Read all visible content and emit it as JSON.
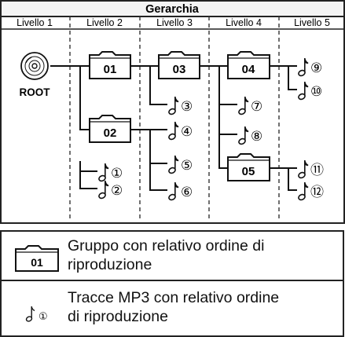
{
  "title": "Gerarchia",
  "levels": [
    "Livello 1",
    "Livello 2",
    "Livello 3",
    "Livello 4",
    "Livello 5"
  ],
  "root_label": "ROOT",
  "groups": [
    "01",
    "02",
    "03",
    "04",
    "05"
  ],
  "tracks": [
    "①",
    "②",
    "③",
    "④",
    "⑤",
    "⑥",
    "⑦",
    "⑧",
    "⑨",
    "⑩",
    "⑪",
    "⑫"
  ],
  "legend": {
    "group_sample": "01",
    "group_line1": "Gruppo con relativo ordine di",
    "group_line2": "riproduzione",
    "track_sample": "①",
    "track_line1": "Tracce MP3 con relativo ordine",
    "track_line2": "di riproduzione"
  },
  "icons": {
    "root": "cd-disc-icon",
    "group": "folder-icon",
    "track": "music-note-icon"
  }
}
